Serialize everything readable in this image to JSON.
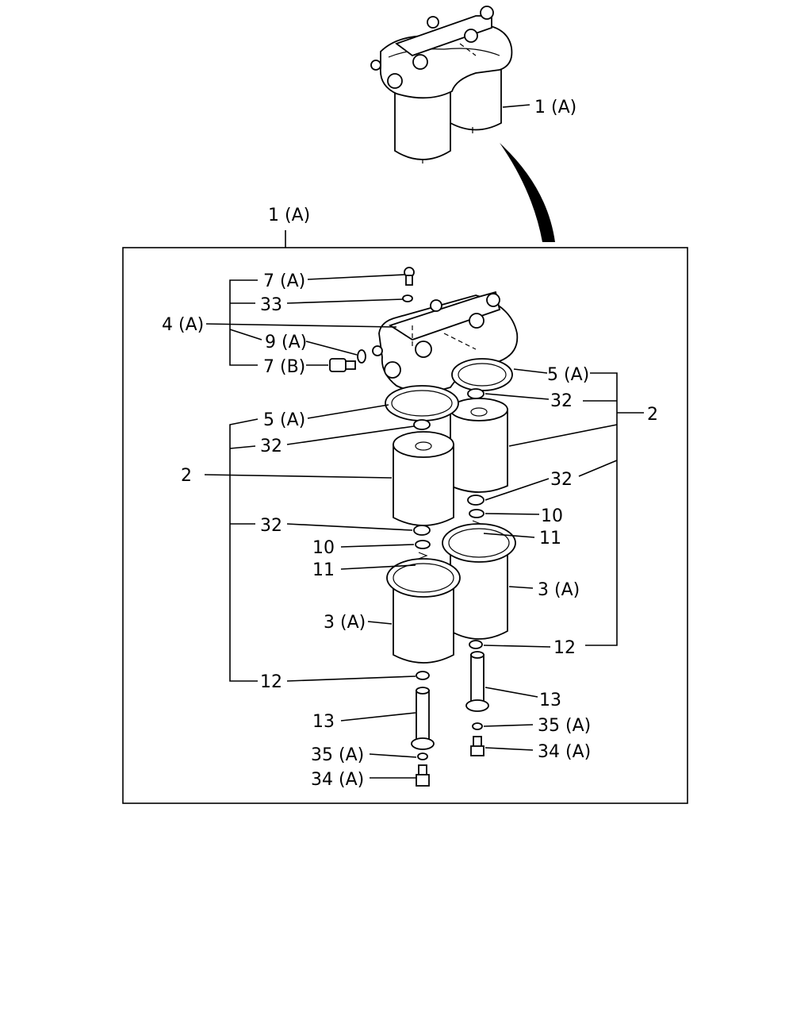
{
  "callouts": {
    "assembly_top": "1 (A)",
    "assembly_box": "1 (A)",
    "c7a": "7 (A)",
    "c33": "33",
    "c4a": "4 (A)",
    "c9a": "9 (A)",
    "c7b": "7 (B)",
    "c5a_right": "5 (A)",
    "c32_right_top": "32",
    "c2_right": "2",
    "c5a_left": "5 (A)",
    "c32_left_top": "32",
    "c2_left": "2",
    "c32_right_mid": "32",
    "c10_right": "10",
    "c11_right": "11",
    "c32_left_mid": "32",
    "c10_left": "10",
    "c11_left": "11",
    "c3a_right": "3 (A)",
    "c3a_left": "3 (A)",
    "c12_right": "12",
    "c12_left": "12",
    "c13_right": "13",
    "c13_left": "13",
    "c35a_right": "35 (A)",
    "c35a_left": "35 (A)",
    "c34a_right": "34 (A)",
    "c34a_left": "34 (A)"
  }
}
